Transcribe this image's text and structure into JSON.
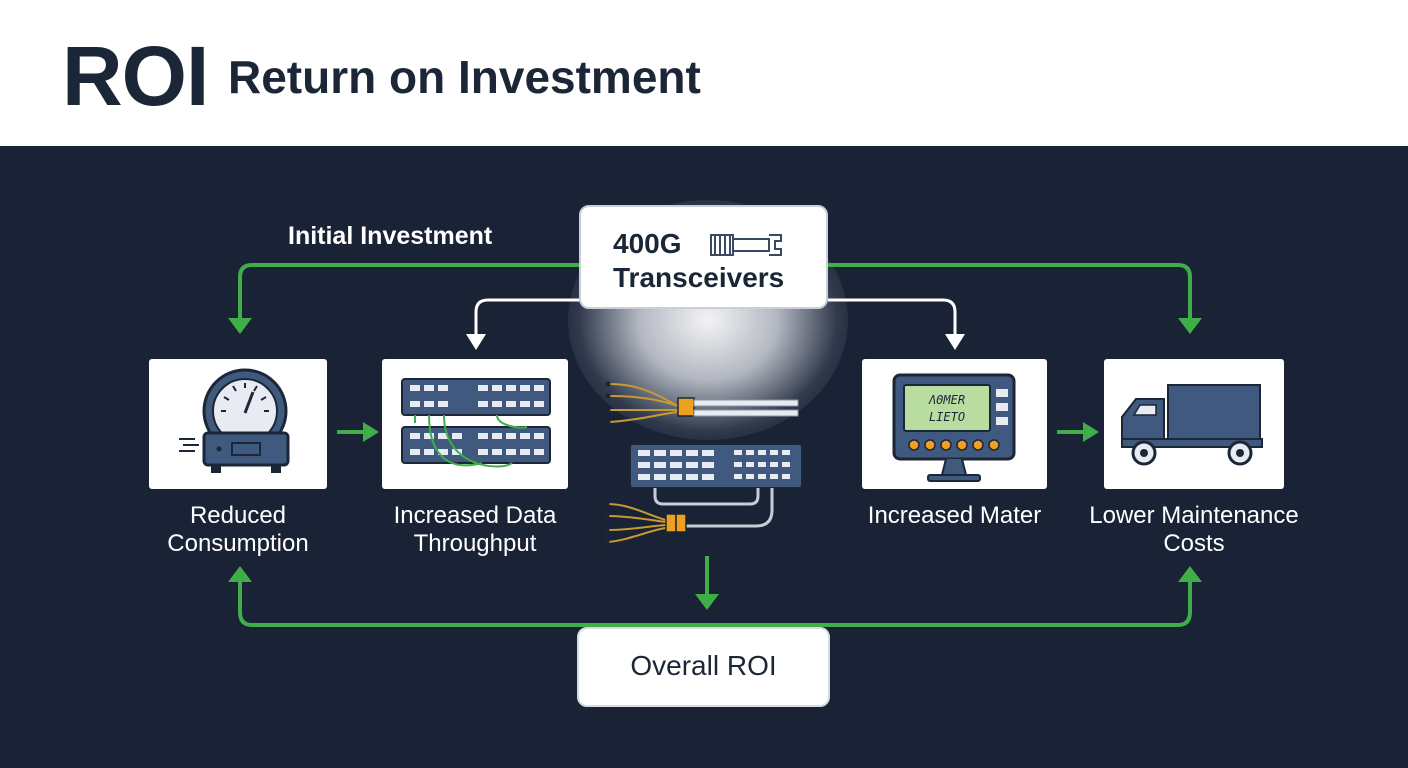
{
  "header": {
    "abbr": "ROI",
    "title": "Return on Investment"
  },
  "source": {
    "label": "Initial Investment",
    "box_line1": "400G",
    "box_line2": "Transceivers"
  },
  "benefits": [
    {
      "label": "Reduced\nConsumption",
      "icon": "power-meter-icon"
    },
    {
      "label": "Increased Data\nThroughput",
      "icon": "network-switch-icon"
    },
    {
      "label": "Increased Mater",
      "icon": "monitor-icon"
    },
    {
      "label": "Lower Maintenance\nCosts",
      "icon": "truck-icon"
    }
  ],
  "monitor_screen": [
    "ΛΘMER",
    "LIETO"
  ],
  "center_icon": "fiber-transceiver-icon",
  "result": {
    "label": "Overall ROI"
  },
  "colors": {
    "background": "#1a2335",
    "arrow": "#3fae49",
    "white_arrow": "#ffffff",
    "accent_device": "#3f5a7e",
    "connector": "#f0a020"
  }
}
